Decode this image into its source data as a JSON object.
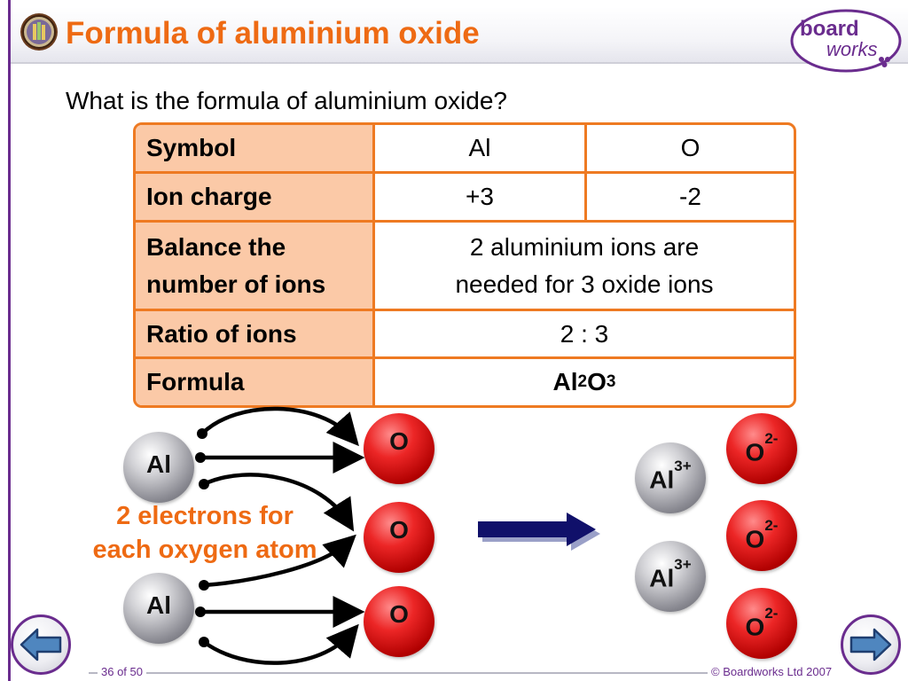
{
  "slide": {
    "title": "Formula of aluminium oxide",
    "question": "What is the formula of aluminium oxide?"
  },
  "logo": {
    "line1": "board",
    "line2": "works"
  },
  "table": {
    "symbol": {
      "label": "Symbol",
      "col1": "Al",
      "col2": "O"
    },
    "charge": {
      "label": "Ion charge",
      "col1": "+3",
      "col2": "-2"
    },
    "balance": {
      "label_line1": "Balance the",
      "label_line2": "number of ions",
      "text_line1": "2 aluminium ions are",
      "text_line2": "needed for 3 oxide ions"
    },
    "ratio": {
      "label": "Ratio of ions",
      "value": "2 : 3"
    },
    "formula": {
      "label": "Formula",
      "el1": "Al",
      "sub1": "2",
      "el2": "O",
      "sub2": "3"
    }
  },
  "diagram": {
    "al_label": "Al",
    "o_label": "O",
    "al_ion_label": "Al",
    "al_ion_charge": "3+",
    "o_ion_label": "O",
    "o_ion_charge": "2-",
    "note_line1": "2 electrons for",
    "note_line2": "each oxygen atom"
  },
  "footer": {
    "page": "36 of 50",
    "copyright": "© Boardworks Ltd 2007"
  },
  "colors": {
    "accent": "#ee6a13",
    "table_border": "#ee7a22",
    "header_fill": "#fbc9a7",
    "brand": "#6a2c8e",
    "arrow": "#10106a"
  },
  "icons": {
    "emblem": "ornate-emblem-icon",
    "prev": "arrow-left-icon",
    "next": "arrow-right-icon",
    "reaction": "arrow-right-icon"
  }
}
